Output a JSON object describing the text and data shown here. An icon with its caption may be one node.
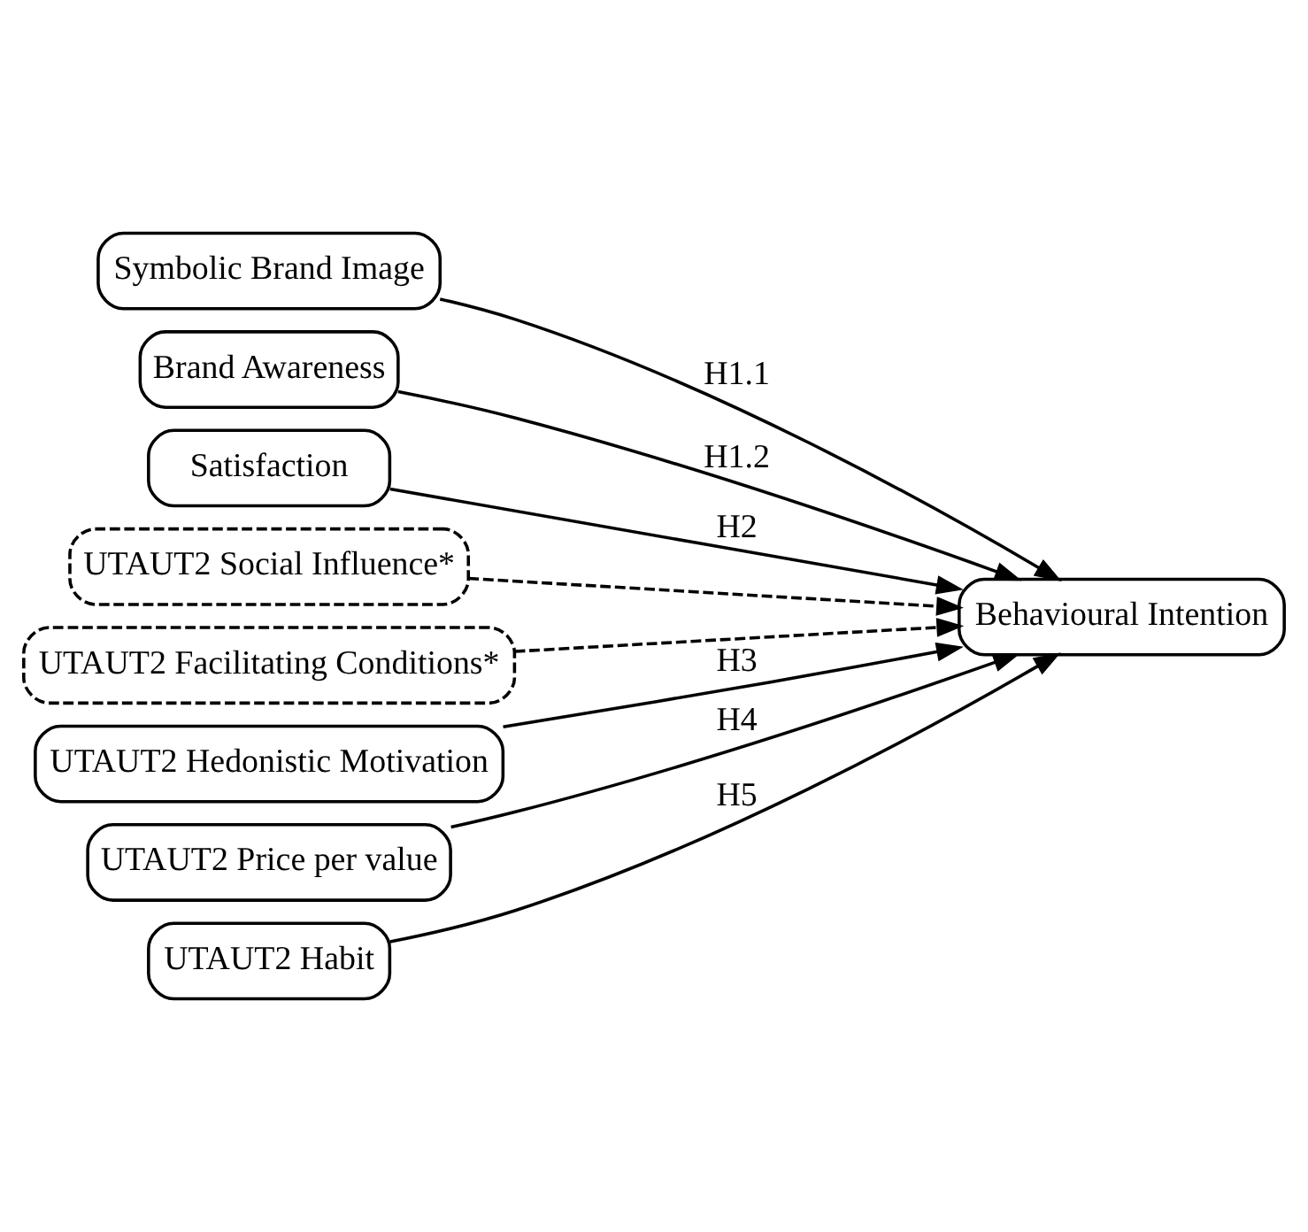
{
  "diagram": {
    "nodes": [
      {
        "text": [
          "Symbolic Brand Image"
        ]
      },
      {
        "text": [
          "Brand Awareness"
        ]
      },
      {
        "text": [
          "Satisfaction"
        ]
      },
      {
        "text": [
          "UTAUT2 Social Influence*"
        ]
      },
      {
        "text": [
          "UTAUT2 Facilitating Conditions*"
        ]
      },
      {
        "text": [
          "UTAUT2 Hedonistic Motivation"
        ]
      },
      {
        "text": [
          "UTAUT2 Price per value"
        ]
      },
      {
        "text": [
          "UTAUT2 Habit"
        ]
      },
      {
        "text": [
          "Behavioural Intention"
        ]
      }
    ],
    "edges": [
      {
        "from": 0,
        "to": 8,
        "arrow": "to",
        "label": "H1.1"
      },
      {
        "from": 1,
        "to": 8,
        "arrow": "to",
        "label": "H1.2"
      },
      {
        "from": 2,
        "to": 8,
        "arrow": "to",
        "label": "H2"
      },
      {
        "from": 3,
        "to": 8,
        "arrow": "to",
        "style": "dashed"
      },
      {
        "from": 4,
        "to": 8,
        "arrow": "to",
        "style": "dashed"
      },
      {
        "from": 5,
        "to": 8,
        "arrow": "to",
        "label": "H3"
      },
      {
        "from": 6,
        "to": 8,
        "arrow": "to",
        "label": "H4"
      },
      {
        "from": 7,
        "to": 8,
        "arrow": "to",
        "label": "H5"
      }
    ]
  }
}
